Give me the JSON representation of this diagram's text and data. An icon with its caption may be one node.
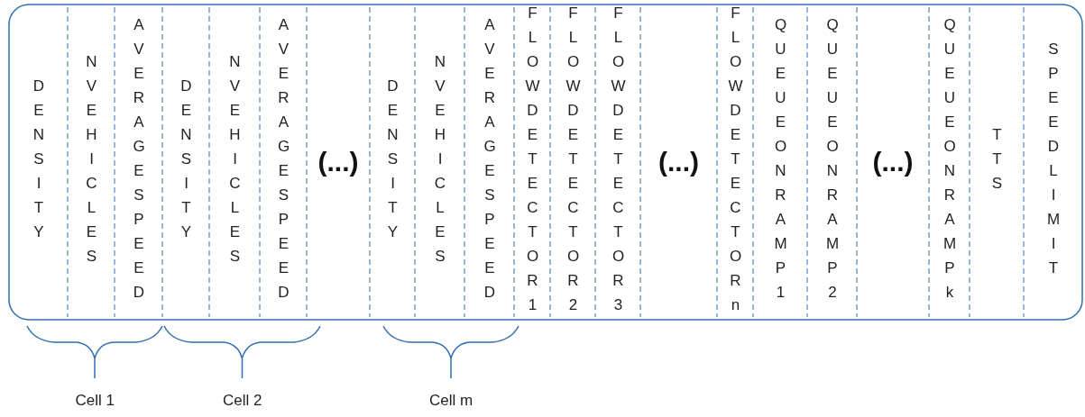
{
  "diagram": {
    "labels": [
      "DENSITY",
      "NVEHICLES",
      "AVERAGESPEED",
      "DENSITY",
      "NVEHICLES",
      "AVERAGESPEED",
      "(...)",
      "DENSITY",
      "NVEHICLES",
      "AVERAGESPEED",
      "FLOWDETECTOR1",
      "FLOWDETECTOR2",
      "FLOWDETECTOR3",
      "(...)",
      "FLOWDETECTORn",
      "QUEUEONRAMP1",
      "QUEUEONRAMP2",
      "(...)",
      "QUEUEONRAMPk",
      "TTS",
      "SPEEDLIMIT",
      "Cell 1",
      "Cell 2",
      "Cell m"
    ]
  }
}
